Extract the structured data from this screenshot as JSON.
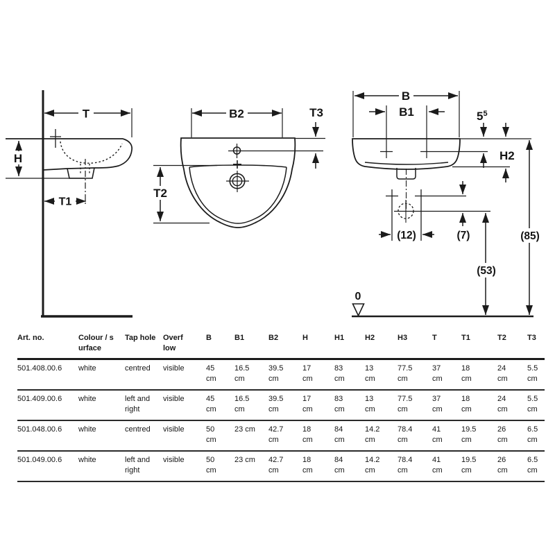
{
  "drawing": {
    "labels": {
      "T": "T",
      "H": "H",
      "T1": "T1",
      "B2": "B2",
      "T3": "T3",
      "T2": "T2",
      "B": "B",
      "B1": "B1",
      "dim55_base": "5",
      "dim55_sup": "5",
      "H2": "H2",
      "dim12": "(12)",
      "dim7": "(7)",
      "dim85": "(85)",
      "dim53": "(53)",
      "zero": "0"
    }
  },
  "table": {
    "headers": [
      "Art. no.",
      "Colour / s\nurface",
      "Tap hole",
      "Overf\nlow",
      "B",
      "B1",
      "B2",
      "H",
      "H1",
      "H2",
      "H3",
      "T",
      "T1",
      "T2",
      "T3"
    ],
    "rows": [
      [
        "501.408.00.6",
        "white",
        "centred",
        "visible",
        "45\ncm",
        "16.5\ncm",
        "39.5\ncm",
        "17\ncm",
        "83\ncm",
        "13\ncm",
        "77.5\ncm",
        "37\ncm",
        "18\ncm",
        "24\ncm",
        "5.5\ncm"
      ],
      [
        "501.409.00.6",
        "white",
        "left and\nright",
        "visible",
        "45\ncm",
        "16.5\ncm",
        "39.5\ncm",
        "17\ncm",
        "83\ncm",
        "13\ncm",
        "77.5\ncm",
        "37\ncm",
        "18\ncm",
        "24\ncm",
        "5.5\ncm"
      ],
      [
        "501.048.00.6",
        "white",
        "centred",
        "visible",
        "50\ncm",
        "23 cm",
        "42.7\ncm",
        "18\ncm",
        "84\ncm",
        "14.2\ncm",
        "78.4\ncm",
        "41\ncm",
        "19.5\ncm",
        "26\ncm",
        "6.5\ncm"
      ],
      [
        "501.049.00.6",
        "white",
        "left and\nright",
        "visible",
        "50\ncm",
        "23 cm",
        "42.7\ncm",
        "18\ncm",
        "84\ncm",
        "14.2\ncm",
        "78.4\ncm",
        "41\ncm",
        "19.5\ncm",
        "26\ncm",
        "6.5\ncm"
      ]
    ]
  },
  "colors": {
    "ink": "#1b1b1b",
    "background": "#ffffff"
  }
}
